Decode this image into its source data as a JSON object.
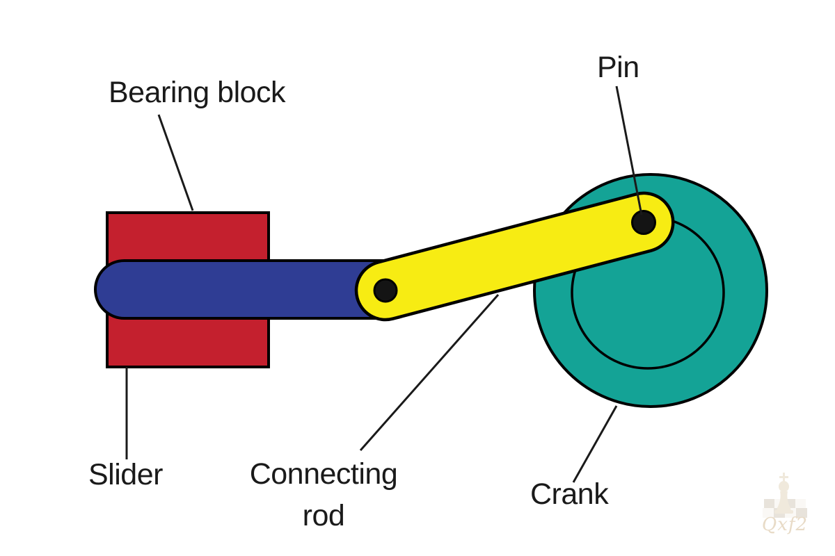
{
  "diagram": {
    "type": "slider-crank mechanism",
    "labels": {
      "bearing_block": "Bearing block",
      "pin": "Pin",
      "slider": "Slider",
      "connecting_rod": [
        "Connecting",
        "rod"
      ],
      "crank": "Crank"
    },
    "colors": {
      "bearing_block": "#C4202E",
      "slider": "#2F3D94",
      "connecting_rod": "#F7EC13",
      "crank": "#14A396",
      "pin": "#141414",
      "outline": "#000000",
      "leader_line": "#1A1A1A",
      "label_text": "#1A1A1A"
    }
  },
  "watermark": {
    "text": "Qxf2",
    "piece_color": "#F0E9DC",
    "board_dark": "#E8E3DB",
    "board_light": "#FAF8F5",
    "text_color": "#E8DBC7"
  }
}
